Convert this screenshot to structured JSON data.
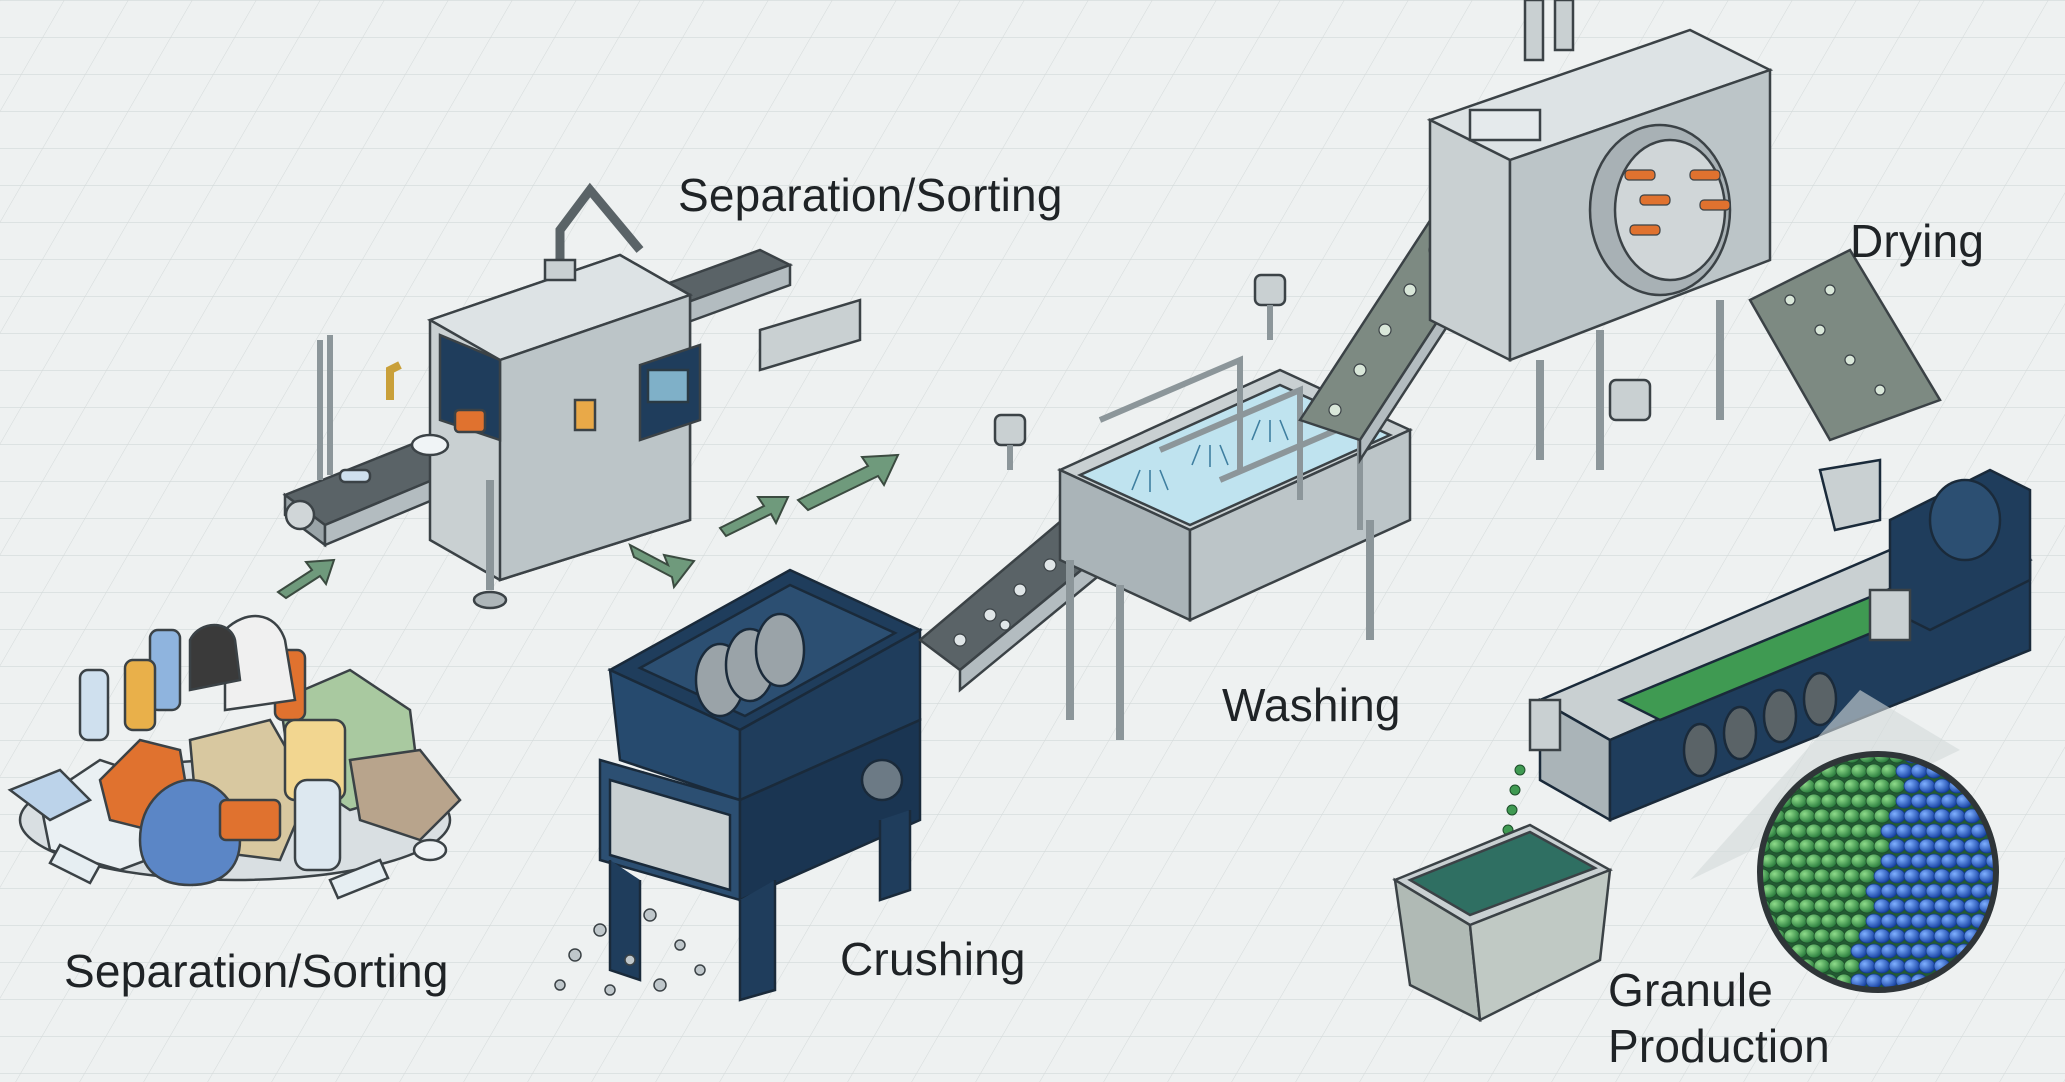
{
  "labels": {
    "sorting_top": "Separation/Sorting",
    "sorting_bottom": "Separation/Sorting",
    "crushing": "Crushing",
    "washing": "Washing",
    "drying": "Drying",
    "granule_line1": "Granule",
    "granule_line2": "Production"
  },
  "colors": {
    "background": "#eef1f1",
    "grid": "#d4dada",
    "machine_gray": "#c9d0d2",
    "machine_dark": "#5a6367",
    "navy": "#1f3d5c",
    "water": "#bfe3ef",
    "arrow_green": "#6f9a7c",
    "pellet_green": "#3f9a52",
    "pellet_blue": "#2a62c8",
    "orange": "#e0722f"
  },
  "icons": {
    "waste_pile": "plastic-waste-pile-icon",
    "sorting_machine": "sorting-machine-icon",
    "crusher": "crusher-icon",
    "washer": "washing-tank-icon",
    "dryer": "dryer-icon",
    "extruder": "extruder-icon",
    "granules": "granules-closeup-icon"
  }
}
